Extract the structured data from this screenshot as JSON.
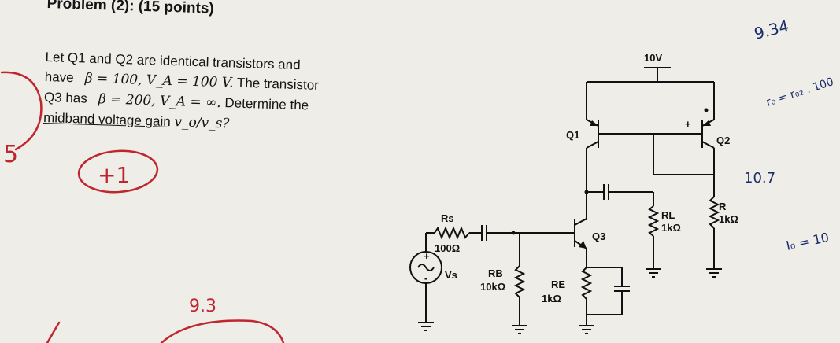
{
  "problem": {
    "title": "Problem (2): (15 points)",
    "line1": "Let Q1 and Q2 are identical transistors and",
    "line2_text": "have",
    "line2_math": "β = 100, V_A = 100 V.",
    "line2_end": "The transistor",
    "line3_text": "Q3 has",
    "line3_math": "β = 200, V_A = ∞.",
    "line3_end": "Determine the",
    "line4_text": "midband voltage gain",
    "line4_math": "v_o/v_s?"
  },
  "circuit": {
    "supply": "10V",
    "q1": "Q1",
    "q2": "Q2",
    "q3": "Q3",
    "rs_name": "Rs",
    "rs_value": "100Ω",
    "vs": "Vs",
    "rb_name": "RB",
    "rb_value": "10kΩ",
    "re_name": "RE",
    "re_value": "1kΩ",
    "rl_name": "RL",
    "rl_value": "1kΩ",
    "r_name": "R",
    "r_value": "1kΩ",
    "source_plus": "+",
    "source_minus": "-",
    "node_plus": "+"
  },
  "annotations": {
    "score_circle": "+1",
    "left_mark": "5",
    "below_value": "9.3",
    "top_right": "9.34",
    "ro_note": "r₀ = r₀₂ . 100",
    "value_10_7": "10.7",
    "io_note": "I₀ = 10"
  },
  "colors": {
    "ink": "#151515",
    "pen_red": "#c0262d",
    "pen_blue": "#1a2a6a",
    "paper": "#eeede8"
  }
}
